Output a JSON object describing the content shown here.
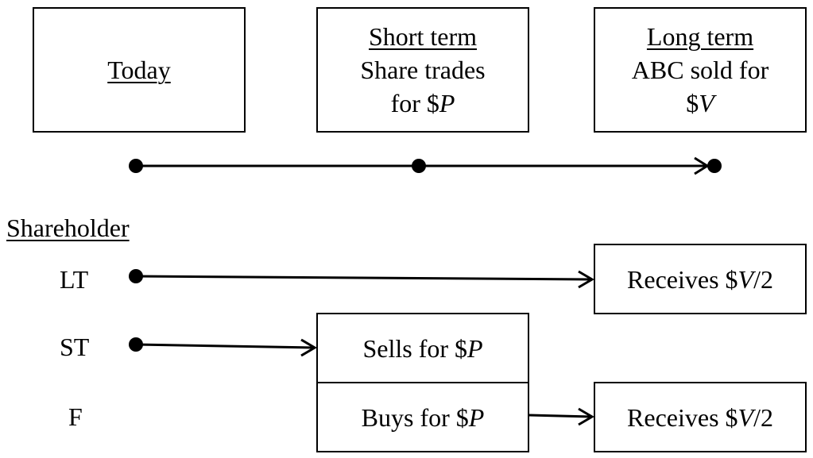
{
  "timeline": {
    "today": {
      "heading": "Today"
    },
    "short_term": {
      "heading": "Short term",
      "line1": "Share trades",
      "line2_prefix": "for $",
      "line2_var": "P"
    },
    "long_term": {
      "heading": "Long term",
      "line1": "ABC sold for",
      "line2_prefix": "$",
      "line2_var": "V"
    }
  },
  "shareholder": {
    "title": "Shareholder",
    "rows": [
      {
        "label": "LT"
      },
      {
        "label": "ST"
      },
      {
        "label": "F"
      }
    ]
  },
  "outcomes": {
    "lt_receives": {
      "prefix": "Receives $",
      "var": "V",
      "suffix": "/2"
    },
    "st_sells": {
      "prefix": "Sells for $",
      "var": "P"
    },
    "f_buys": {
      "prefix": "Buys for $",
      "var": "P"
    },
    "f_receives": {
      "prefix": "Receives $",
      "var": "V",
      "suffix": "/2"
    }
  }
}
